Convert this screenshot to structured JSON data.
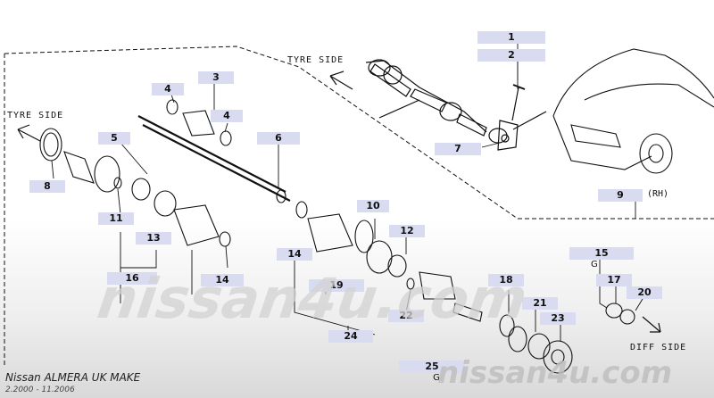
{
  "diagram": {
    "tyre_side_label": "TYRE SIDE",
    "diff_side_label": "DIFF SIDE",
    "rh_label": "(RH)",
    "grease_mark": "G",
    "callouts": [
      "1",
      "2",
      "3",
      "4",
      "4",
      "5",
      "6",
      "7",
      "8",
      "9",
      "10",
      "11",
      "12",
      "13",
      "14",
      "14",
      "15",
      "16",
      "17",
      "18",
      "19",
      "20",
      "21",
      "22",
      "23",
      "24",
      "25"
    ]
  },
  "footer": {
    "model": "Nissan ALMERA UK MAKE",
    "date_range": "2.2000 - 11.2006"
  },
  "watermark": {
    "text_large": "nissan4u.com",
    "text_small": "nissan4u.com"
  }
}
